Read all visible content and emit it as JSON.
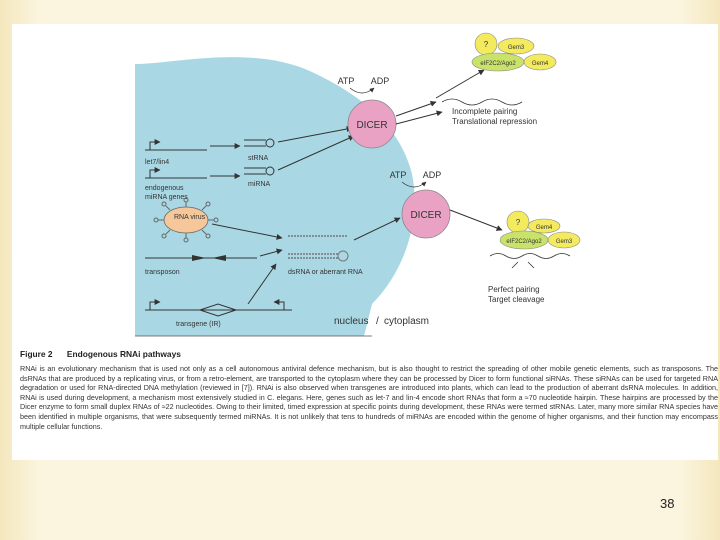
{
  "figure": {
    "nucleus_label": "nucleus",
    "divider": "/",
    "cytoplasm_label": "cytoplasm",
    "genes": {
      "let7": "let7/lin4",
      "endogenous_1": "endogenous",
      "endogenous_2": "miRNA genes",
      "rna_virus_1": "RNA virus",
      "transposon": "transposon",
      "transgene": "transgene (IR)"
    },
    "products": {
      "strna": "stRNA",
      "mirna": "miRNA",
      "dsrna": "dsRNA or aberrant RNA"
    },
    "dicer_top": {
      "label": "DICER",
      "atp": "ATP",
      "adp": "ADP"
    },
    "dicer_bottom": {
      "label": "DICER",
      "atp": "ATP",
      "adp": "ADP"
    },
    "complex_top": {
      "q": "?",
      "gem1": "Gem3",
      "gem2": "Gem4",
      "ago": "eIF2C2/Ago2"
    },
    "complex_bottom": {
      "q": "?",
      "gem1": "Gem4",
      "gem2": "Gem3",
      "ago": "eIF2C2/Ago2"
    },
    "outcome_top_1": "Incomplete pairing",
    "outcome_top_2": "Translational repression",
    "outcome_bottom_1": "Perfect pairing",
    "outcome_bottom_2": "Target cleavage"
  },
  "caption": {
    "number": "Figure 2",
    "title": "Endogenous RNAi pathways",
    "body": "RNAi is an evolutionary mechanism that is used not only as a cell autonomous antiviral defence mechanism, but is also thought to restrict the spreading of other mobile genetic elements, such as transposons. The dsRNAs that are produced by a replicating virus, or from a retro-element, are transported to the cytoplasm where they can be processed by Dicer to form functional siRNAs. These siRNAs can be used for targeted RNA degradation or used for RNA-directed DNA methylation (reviewed in [7]). RNAi is also observed when transgenes are introduced into plants, which can lead to the production of aberrant dsRNA molecules. In addition, RNAi is used during development, a mechanism most extensively studied in C. elegans. Here, genes such as let-7 and lin-4 encode short RNAs that form a ≈70 nucleotide hairpin. These hairpins are processed by the Dicer enzyme to form small duplex RNAs of ≈22 nucleotides. Owing to their limited, timed expression at specific points during development, these RNAs were termed stRNAs. Later, many more similar RNA species have been identified in multiple organisms, that were subsequently termed miRNAs. It is not unlikely that tens to hundreds of miRNAs are encoded within the genome of higher organisms, and their function may encompass multiple cellular functions."
  },
  "page_number": "38",
  "colors": {
    "nucleus": "#a9d8e4",
    "dicer": "#e9a2c4",
    "complex_yellow": "#f3ea5e",
    "complex_green": "#c9e26a",
    "virus": "#f5c79a",
    "background": "#fbf4dc"
  }
}
